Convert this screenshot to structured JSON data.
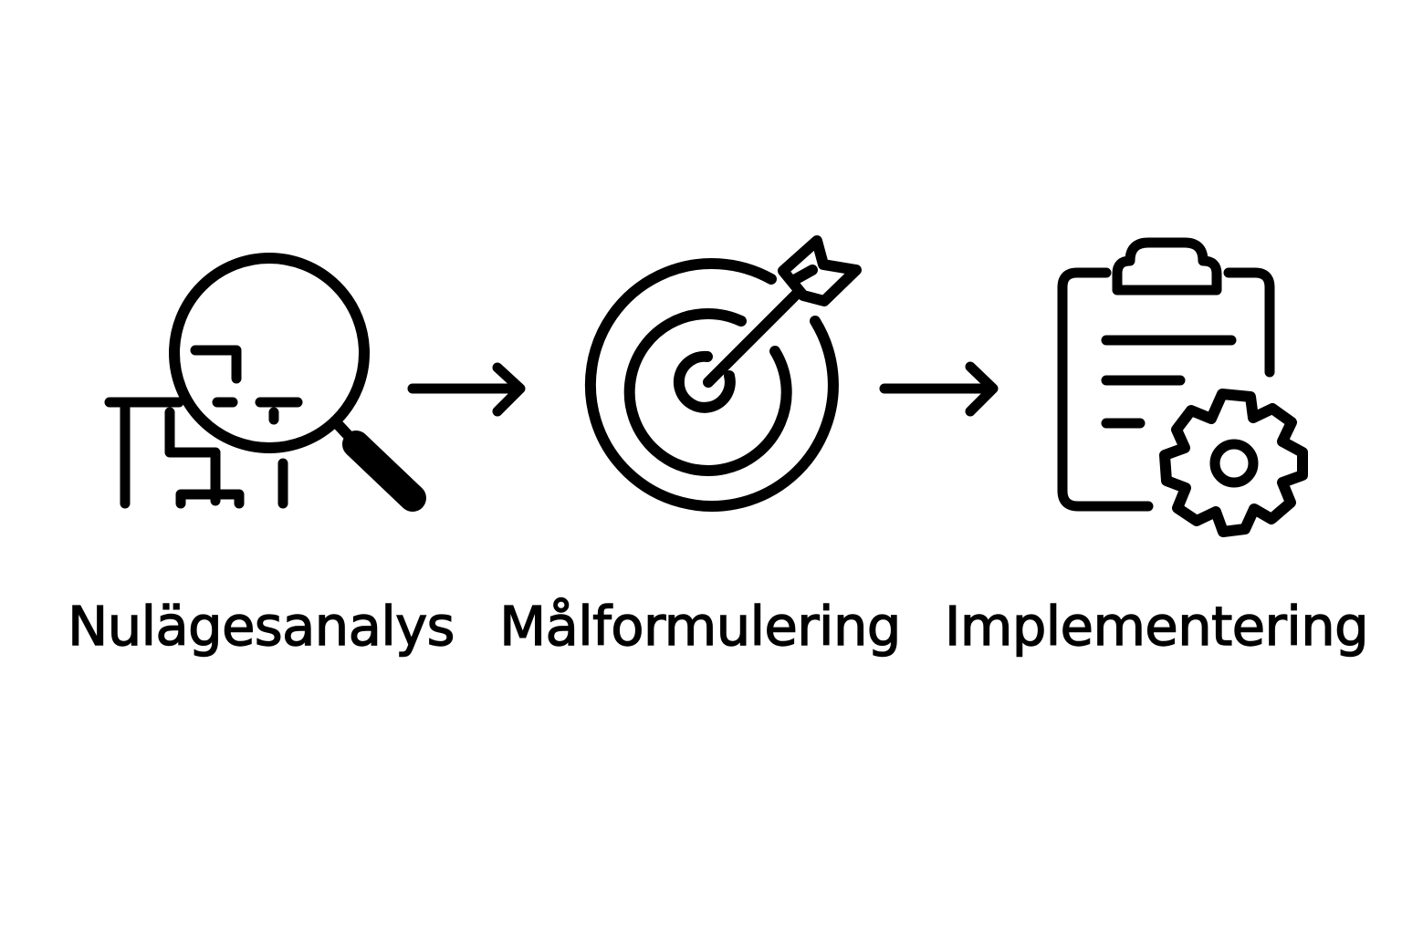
{
  "steps": [
    {
      "label": "Nulägesanalys",
      "icon": "magnifier-office-icon"
    },
    {
      "label": "Målformulering",
      "icon": "target-arrow-icon"
    },
    {
      "label": "Implementering",
      "icon": "clipboard-gear-icon"
    }
  ],
  "connectors": [
    "arrow-right-icon",
    "arrow-right-icon"
  ],
  "colors": {
    "ink": "#000000",
    "background": "#ffffff"
  }
}
